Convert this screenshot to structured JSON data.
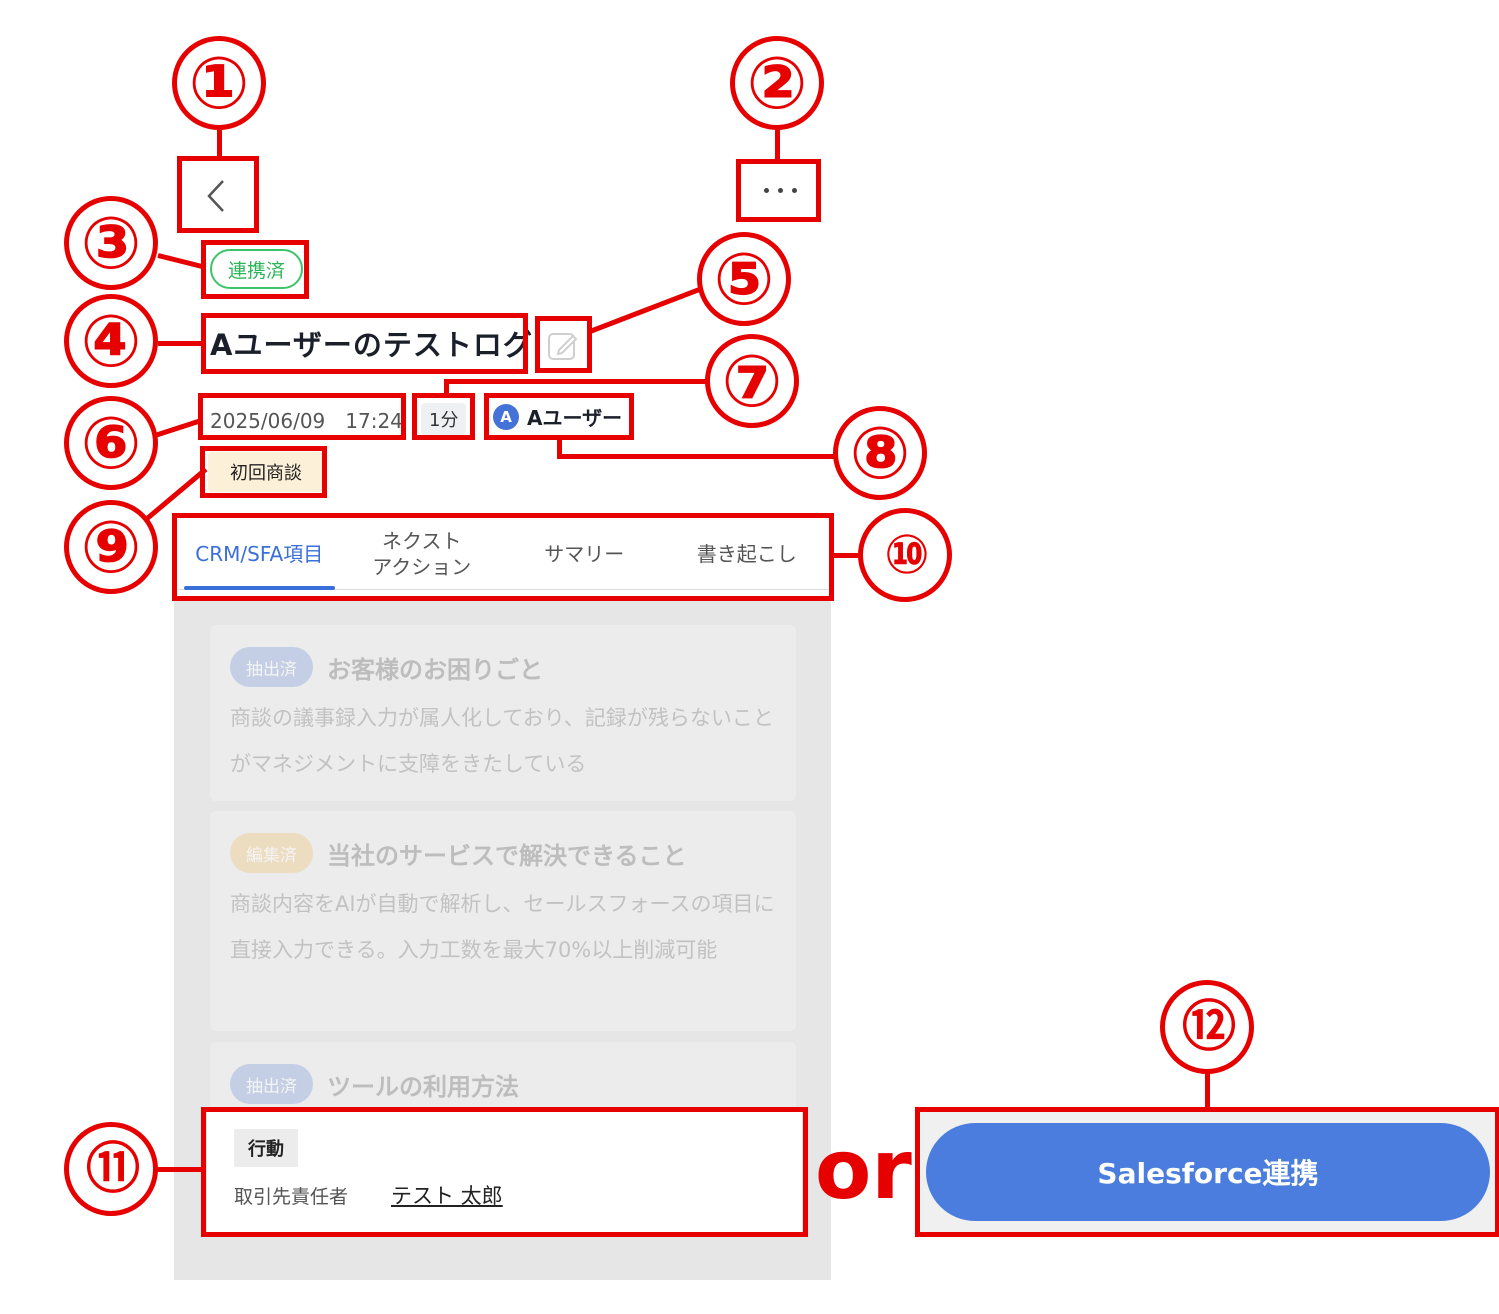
{
  "header": {
    "back_icon": "chevron-left-icon",
    "more_icon": "ellipsis-icon"
  },
  "status_badge": "連携済",
  "title": "Aユーザーのテストログ",
  "edit_icon": "edit-icon",
  "meta": {
    "datetime": "2025/06/09　17:24",
    "duration": "1分",
    "user_initial": "A",
    "user_name": "Aユーザー"
  },
  "meeting_tag": "初回商談",
  "tabs": [
    {
      "label": "CRM/SFA項目",
      "active": true
    },
    {
      "label": "ネクスト\nアクション",
      "active": false
    },
    {
      "label": "サマリー",
      "active": false
    },
    {
      "label": "書き起こし",
      "active": false
    }
  ],
  "cards": [
    {
      "status": "抽出済",
      "title": "お客様のお困りごと",
      "body": "商談の議事録入力が属人化しており、記録が残らないことがマネジメントに支障をきたしている"
    },
    {
      "status": "編集済",
      "title": "当社のサービスで解決できること",
      "body": "商談内容をAIが自動で解析し、セールスフォースの項目に直接入力できる。入力工数を最大70%以上削減可能"
    },
    {
      "status": "抽出済",
      "title": "ツールの利用方法",
      "body": ""
    }
  ],
  "bottom_panel": {
    "action_label": "行動",
    "contact_label": "取引先責任者",
    "contact_value": "テスト 太郎"
  },
  "or_text": "or",
  "salesforce_button": "Salesforce連携",
  "annotations": [
    "①",
    "②",
    "③",
    "④",
    "⑤",
    "⑥",
    "⑦",
    "⑧",
    "⑨",
    "⑩",
    "⑪",
    "⑫"
  ],
  "colors": {
    "annotation": "#e60000",
    "accent": "#3a6fd8",
    "linked": "#2eb45a",
    "salesforce_button": "#4a7ddd"
  }
}
